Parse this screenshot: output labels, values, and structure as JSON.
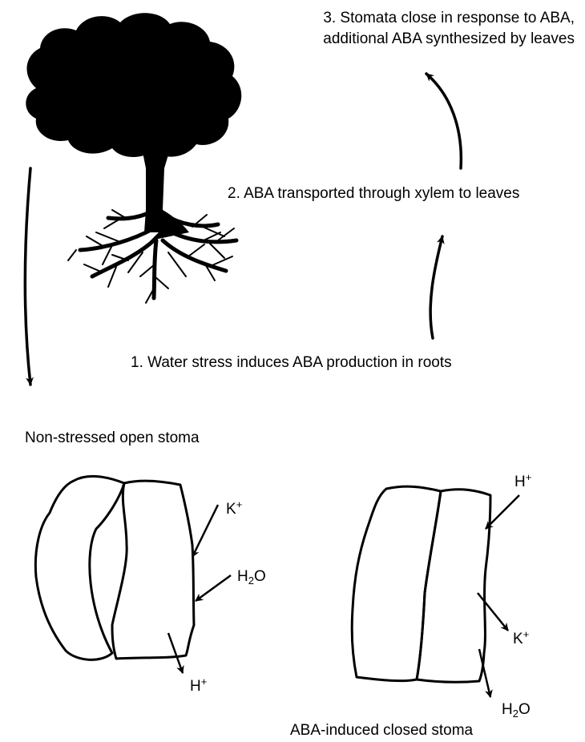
{
  "steps": {
    "step3_line1": "3. Stomata close in response to ABA,",
    "step3_line2": "additional ABA synthesized by leaves",
    "step2": "2. ABA transported through xylem to leaves",
    "step1": "1. Water stress induces ABA production in roots"
  },
  "stoma_open": {
    "title": "Non-stressed open stoma",
    "potassium": {
      "symbol": "K",
      "charge": "+"
    },
    "water": {
      "symbol_a": "H",
      "subscript": "2",
      "symbol_b": "O"
    },
    "hydrogen": {
      "symbol": "H",
      "charge": "+"
    }
  },
  "stoma_closed": {
    "title": "ABA-induced closed stoma",
    "hydrogen": {
      "symbol": "H",
      "charge": "+"
    },
    "potassium": {
      "symbol": "K",
      "charge": "+"
    },
    "water": {
      "symbol_a": "H",
      "subscript": "2",
      "symbol_b": "O"
    }
  },
  "colors": {
    "ink": "#000000",
    "background": "#ffffff"
  }
}
